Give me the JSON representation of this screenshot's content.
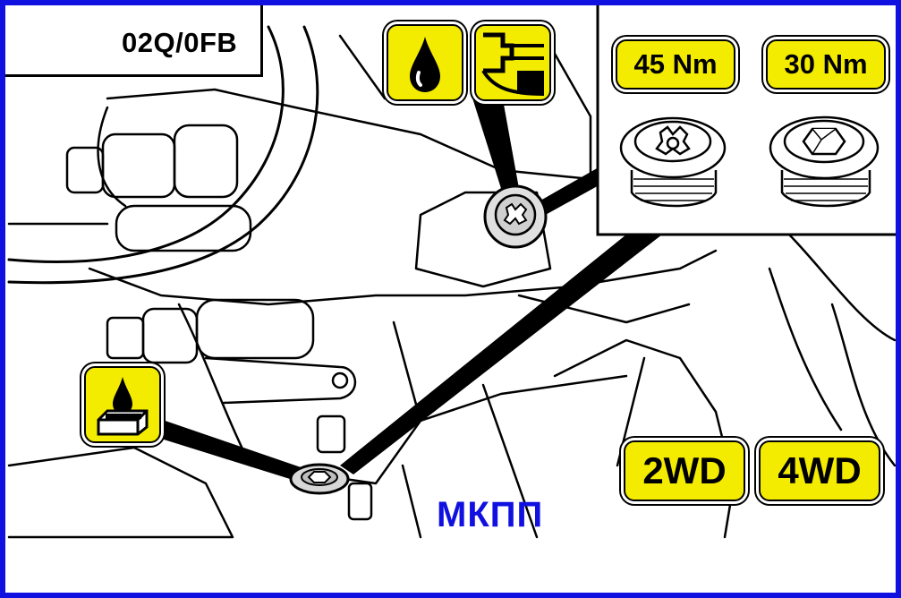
{
  "gearbox_code": "02Q/0FB",
  "transmission_label": "МКПП",
  "torque_specs": {
    "left_plug": "45 Nm",
    "right_plug": "30 Nm"
  },
  "drive_variants": {
    "first": "2WD",
    "second": "4WD"
  },
  "icons": [
    "gearbox-icon",
    "oil-drop-icon",
    "oil-level-icon",
    "oil-drain-icon",
    "plug-multipoint-icon",
    "plug-hex-icon"
  ],
  "colors": {
    "frame": "#1010e0",
    "tag_fill": "#f4ec00",
    "label_text": "#1010e0"
  }
}
